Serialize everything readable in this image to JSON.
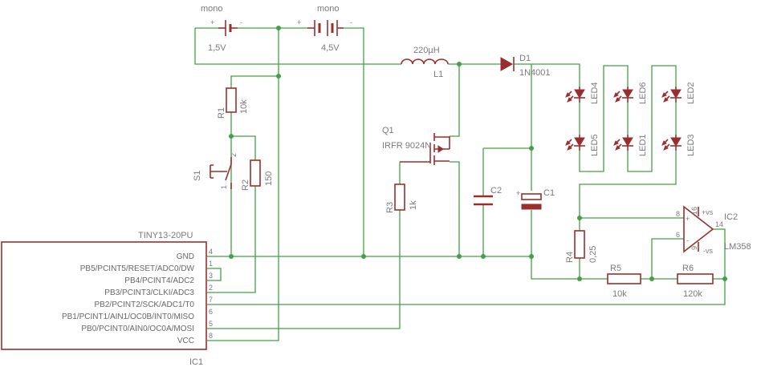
{
  "battery1": {
    "label": "mono",
    "value": "1,5V",
    "plus": "+",
    "minus": "-"
  },
  "battery2": {
    "label": "mono",
    "value": "4,5V",
    "plus": "+",
    "minus": "-"
  },
  "inductor": {
    "value": "220µH",
    "name": "L1"
  },
  "diode": {
    "name": "D1",
    "value": "1N4001"
  },
  "r1": {
    "name": "R1",
    "value": "10k"
  },
  "r2": {
    "name": "R2",
    "value": "150"
  },
  "r3": {
    "name": "R3",
    "value": "1k"
  },
  "r4": {
    "name": "R4",
    "value": "0,25"
  },
  "r5": {
    "name": "R5",
    "value": "10k"
  },
  "r6": {
    "name": "R6",
    "value": "120k"
  },
  "switch": {
    "name": "S1",
    "pin1": "1",
    "pin2": "2"
  },
  "mosfet": {
    "name": "Q1",
    "value": "IRFR 9024N"
  },
  "c1": {
    "name": "C1"
  },
  "c2": {
    "name": "C2"
  },
  "leds": [
    "LED4",
    "LED5",
    "LED6",
    "LED1",
    "LED2",
    "LED3"
  ],
  "opamp": {
    "name": "IC2",
    "value": "LM358",
    "vplus": "+vs",
    "vminus": "-vs",
    "pin8": "8",
    "pin6": "6",
    "pin14": "14",
    "pin16": "16",
    "pin9": "9",
    "plus": "+",
    "minus": "-"
  },
  "mcu": {
    "part": "TINY13-20PU",
    "name": "IC1",
    "pins": [
      {
        "label": "GND",
        "num": "4"
      },
      {
        "label": "PB5/PCINT5/RESET/ADC0/DW",
        "num": "1"
      },
      {
        "label": "PB4/PCINT4/ADC2",
        "num": "3"
      },
      {
        "label": "PB3/PCINT3/CLKI/ADC3",
        "num": "2"
      },
      {
        "label": "PB2/PCINT2/SCK/ADC1/T0",
        "num": "7"
      },
      {
        "label": "PB1/PCINT1/AIN1/OC0B/INT0/MISO",
        "num": "6"
      },
      {
        "label": "PB0/PCINT0/AIN0/OC0A/MOSI",
        "num": "5"
      },
      {
        "label": "VCC",
        "num": "8"
      }
    ]
  },
  "colors": {
    "wire": "#43a047",
    "symbol": "#9a2e2e",
    "text": "#7a7a7a"
  }
}
